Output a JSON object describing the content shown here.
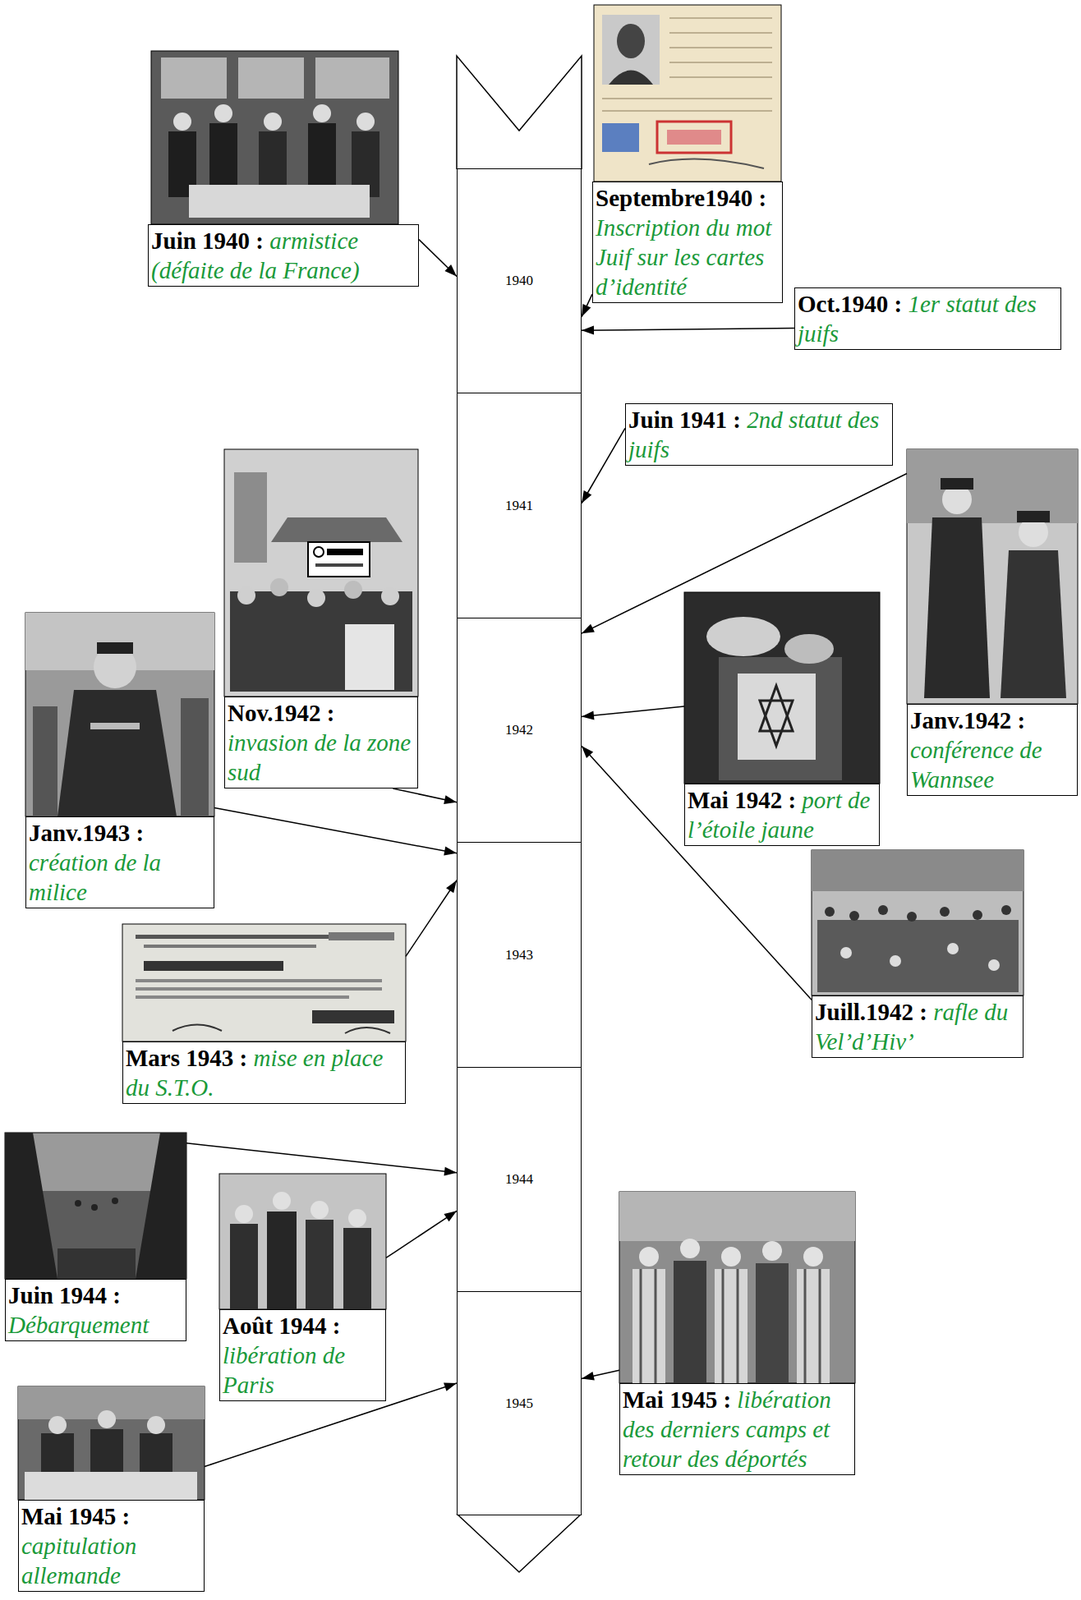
{
  "diagram": {
    "nodes": [
      {
        "text": [
          "1940"
        ]
      },
      {
        "text": [
          "1941"
        ]
      },
      {
        "text": [
          "1942"
        ]
      },
      {
        "text": [
          "1943"
        ]
      },
      {
        "text": [
          "1944"
        ]
      },
      {
        "text": [
          "1945"
        ]
      },
      {
        "text": [
          "Juin 1940 :",
          "armistice (défaite de la France)"
        ]
      },
      {
        "text": [
          "Septembre1940 :",
          "Inscription du mot Juif sur les cartes d’identité"
        ]
      },
      {
        "text": [
          "Oct.1940 :",
          "1er statut des juifs"
        ]
      },
      {
        "text": [
          "Juin 1941 :",
          "2nd statut des juifs"
        ]
      },
      {
        "text": [
          "Janv.1942 :",
          "conférence de Wannsee"
        ]
      },
      {
        "text": [
          "Mai 1942 :",
          "port de l’étoile jaune"
        ]
      },
      {
        "text": [
          "Juill.1942 :",
          "rafle du Vel’d’Hiv’"
        ]
      },
      {
        "text": [
          "Nov.1942 :",
          "invasion de la zone sud"
        ]
      },
      {
        "text": [
          "Janv.1943 :",
          "création de la milice"
        ]
      },
      {
        "text": [
          "Mars 1943 :",
          "mise en place du S.T.O."
        ]
      },
      {
        "text": [
          "Juin 1944 :",
          "Débarquement"
        ]
      },
      {
        "text": [
          "Août 1944 :",
          "libération de Paris"
        ]
      },
      {
        "text": [
          "Mai 1945 :",
          "libération des derniers camps et retour des déportés"
        ]
      },
      {
        "text": [
          "Mai 1945 :",
          "capitulation allemande"
        ]
      }
    ],
    "edges": [
      {
        "from": 6,
        "to": 0,
        "arrow": "to"
      },
      {
        "from": 7,
        "to": 0,
        "arrow": "to"
      },
      {
        "from": 8,
        "to": 0,
        "arrow": "to"
      },
      {
        "from": 9,
        "to": 1,
        "arrow": "to"
      },
      {
        "from": 10,
        "to": 2,
        "arrow": "to"
      },
      {
        "from": 11,
        "to": 2,
        "arrow": "to"
      },
      {
        "from": 12,
        "to": 2,
        "arrow": "to"
      },
      {
        "from": 13,
        "to": 2,
        "arrow": "to"
      },
      {
        "from": 14,
        "to": 3,
        "arrow": "to"
      },
      {
        "from": 15,
        "to": 3,
        "arrow": "to"
      },
      {
        "from": 16,
        "to": 4,
        "arrow": "to"
      },
      {
        "from": 17,
        "to": 4,
        "arrow": "to"
      },
      {
        "from": 18,
        "to": 5,
        "arrow": "to"
      },
      {
        "from": 19,
        "to": 5,
        "arrow": "to"
      }
    ]
  }
}
